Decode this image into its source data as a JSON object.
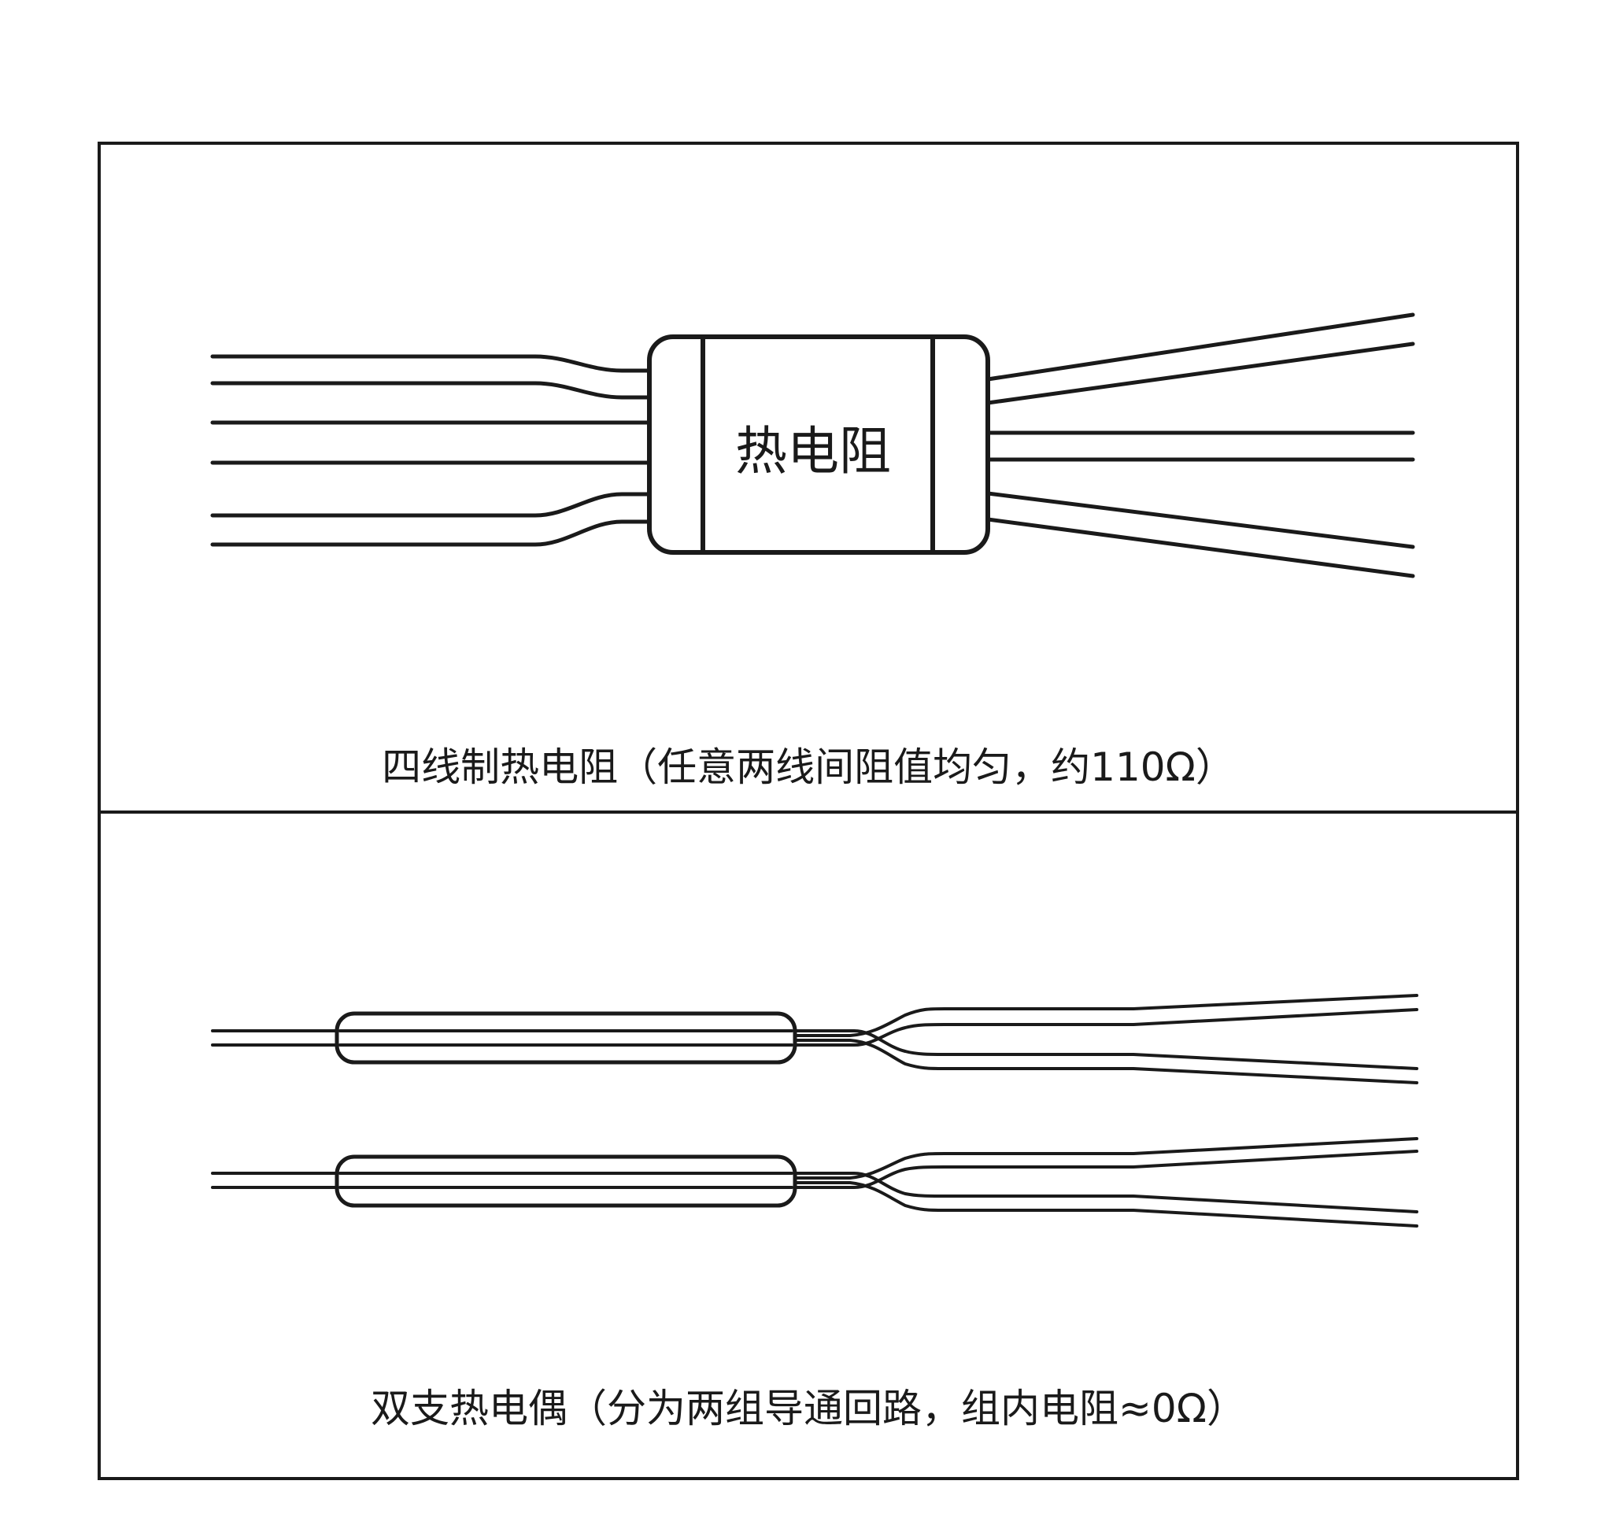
{
  "top_panel": {
    "component_label": "热电阻",
    "caption": "四线制热电阻（任意两线间阻值均匀，约110Ω）"
  },
  "bottom_panel": {
    "caption": "双支热电偶（分为两组导通回路，组内电阻≈0Ω）"
  },
  "colors": {
    "line": "#1a1a1a",
    "background": "#ffffff"
  }
}
